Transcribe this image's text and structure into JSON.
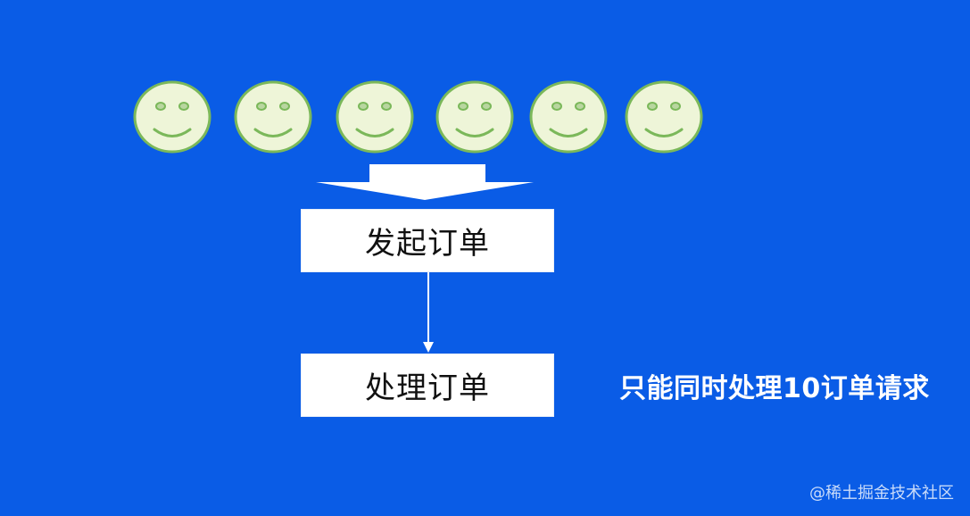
{
  "diagram": {
    "background_color": "#0a5ce6",
    "face_color": "#eef5d8",
    "face_stroke_color": "#7bb85a",
    "users": [
      {
        "icon": "smiley-face-icon"
      },
      {
        "icon": "smiley-face-icon"
      },
      {
        "icon": "smiley-face-icon"
      },
      {
        "icon": "smiley-face-icon"
      },
      {
        "icon": "smiley-face-icon"
      },
      {
        "icon": "smiley-face-icon"
      }
    ],
    "flow": {
      "create_order_label": "发起订单",
      "process_order_label": "处理订单"
    },
    "note": "只能同时处理10订单请求",
    "watermark": "@稀土掘金技术社区"
  }
}
